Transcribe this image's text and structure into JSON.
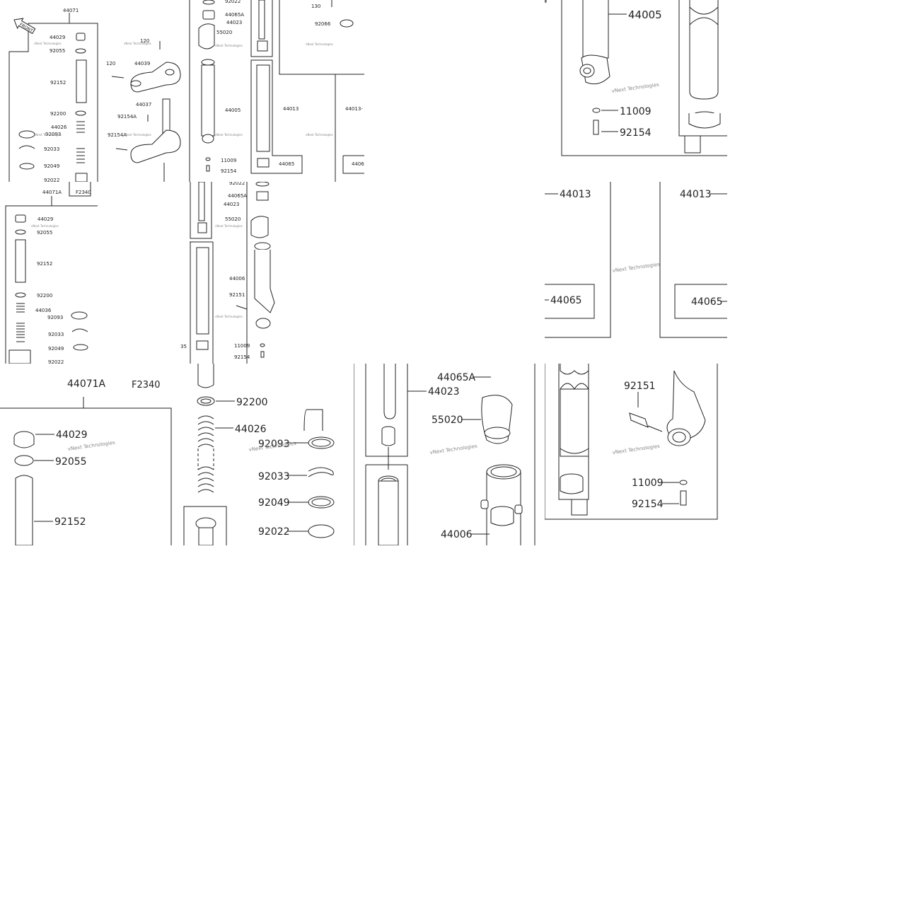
{
  "watermark": "vNext Technologies",
  "front_label": "FRONT",
  "t1": {
    "l44071": "44071",
    "l44029": "44029",
    "l92055": "92055",
    "l92152": "92152",
    "l92200": "92200",
    "l44026": "44026",
    "l92093": "92093",
    "l92033": "92033",
    "l92049": "92049",
    "l92022": "92022",
    "l120a": "120",
    "l120b": "120",
    "l44039": "44039",
    "l44037": "44037",
    "l92154a": "92154A",
    "l92154b": "92154A",
    "l92022t": "92022",
    "l44065a": "44065A",
    "l44023": "44023",
    "l55020": "55020",
    "l44005": "44005",
    "l44013": "44013",
    "l11009": "11009",
    "l92154": "92154",
    "l44065": "44065",
    "l130": "130",
    "l92066": "92066",
    "l44013b": "44013-",
    "l44065b": "4406"
  },
  "t2": {
    "l44005": "44005",
    "l11009": "11009",
    "l92154": "92154"
  },
  "t3": {
    "l44071a": "44071A",
    "lf2340": "F2340",
    "l44029": "44029",
    "l92055": "92055",
    "l92152": "92152",
    "l92200": "92200",
    "l44036": "44036",
    "l92093": "92093",
    "l92033": "92033",
    "l92049": "92049",
    "l92022": "92022"
  },
  "t4": {
    "l92022": "92022",
    "l44065a": "44065A",
    "l44023": "44023",
    "l55020": "55020",
    "l44006": "44006",
    "l92151": "92151",
    "l11009": "11009",
    "l92154": "92154",
    "l35": "35"
  },
  "t5": {
    "l44013a": "44013",
    "l44013b": "44013",
    "l44065a": "44065",
    "l44065b": "44065"
  },
  "t6": {
    "l44071a": "44071A",
    "lf2340": "F2340",
    "l44029": "44029",
    "l92055": "92055",
    "l92152": "92152",
    "l92200": "92200",
    "l44026": "44026",
    "l92093": "92093",
    "l92033": "92033",
    "l92049": "92049",
    "l92022": "92022"
  },
  "t7": {
    "l44065a": "44065A",
    "l44023": "44023",
    "l55020": "55020",
    "l44006": "44006"
  },
  "t8": {
    "l92151": "92151",
    "l11009": "11009",
    "l92154": "92154"
  }
}
